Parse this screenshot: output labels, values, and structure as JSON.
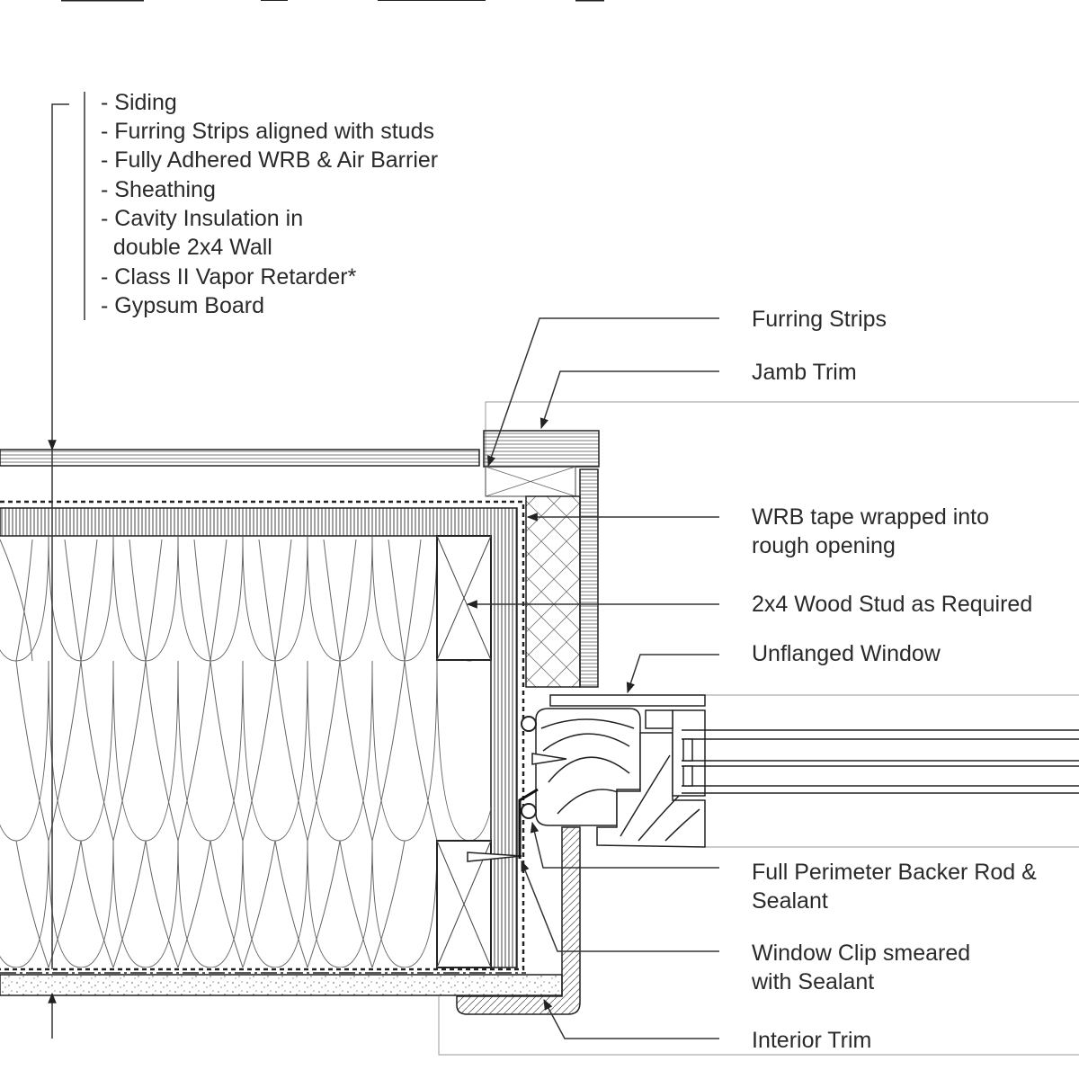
{
  "wall_assembly": {
    "layers": [
      "- Siding",
      "- Furring Strips aligned with studs",
      "- Fully Adhered WRB & Air Barrier",
      "- Sheathing",
      "- Cavity Insulation in",
      "  double 2x4 Wall",
      "- Class II Vapor Retarder*",
      "- Gypsum Board"
    ]
  },
  "callouts": {
    "furring_strips": [
      "Furring Strips"
    ],
    "jamb_trim": [
      "Jamb Trim"
    ],
    "wrb_tape": [
      "WRB tape wrapped into",
      "rough opening"
    ],
    "wood_stud": [
      "2x4 Wood Stud as Required"
    ],
    "window": [
      "Unflanged Window"
    ],
    "backer_rod": [
      "Full Perimeter Backer Rod &",
      "Sealant"
    ],
    "window_clip": [
      "Window Clip smeared",
      "with Sealant"
    ],
    "interior_trim": [
      "Interior Trim"
    ]
  },
  "colors": {
    "line": "#222222",
    "leader": "#333333",
    "text": "#2a2a2a",
    "light": "#999999"
  }
}
